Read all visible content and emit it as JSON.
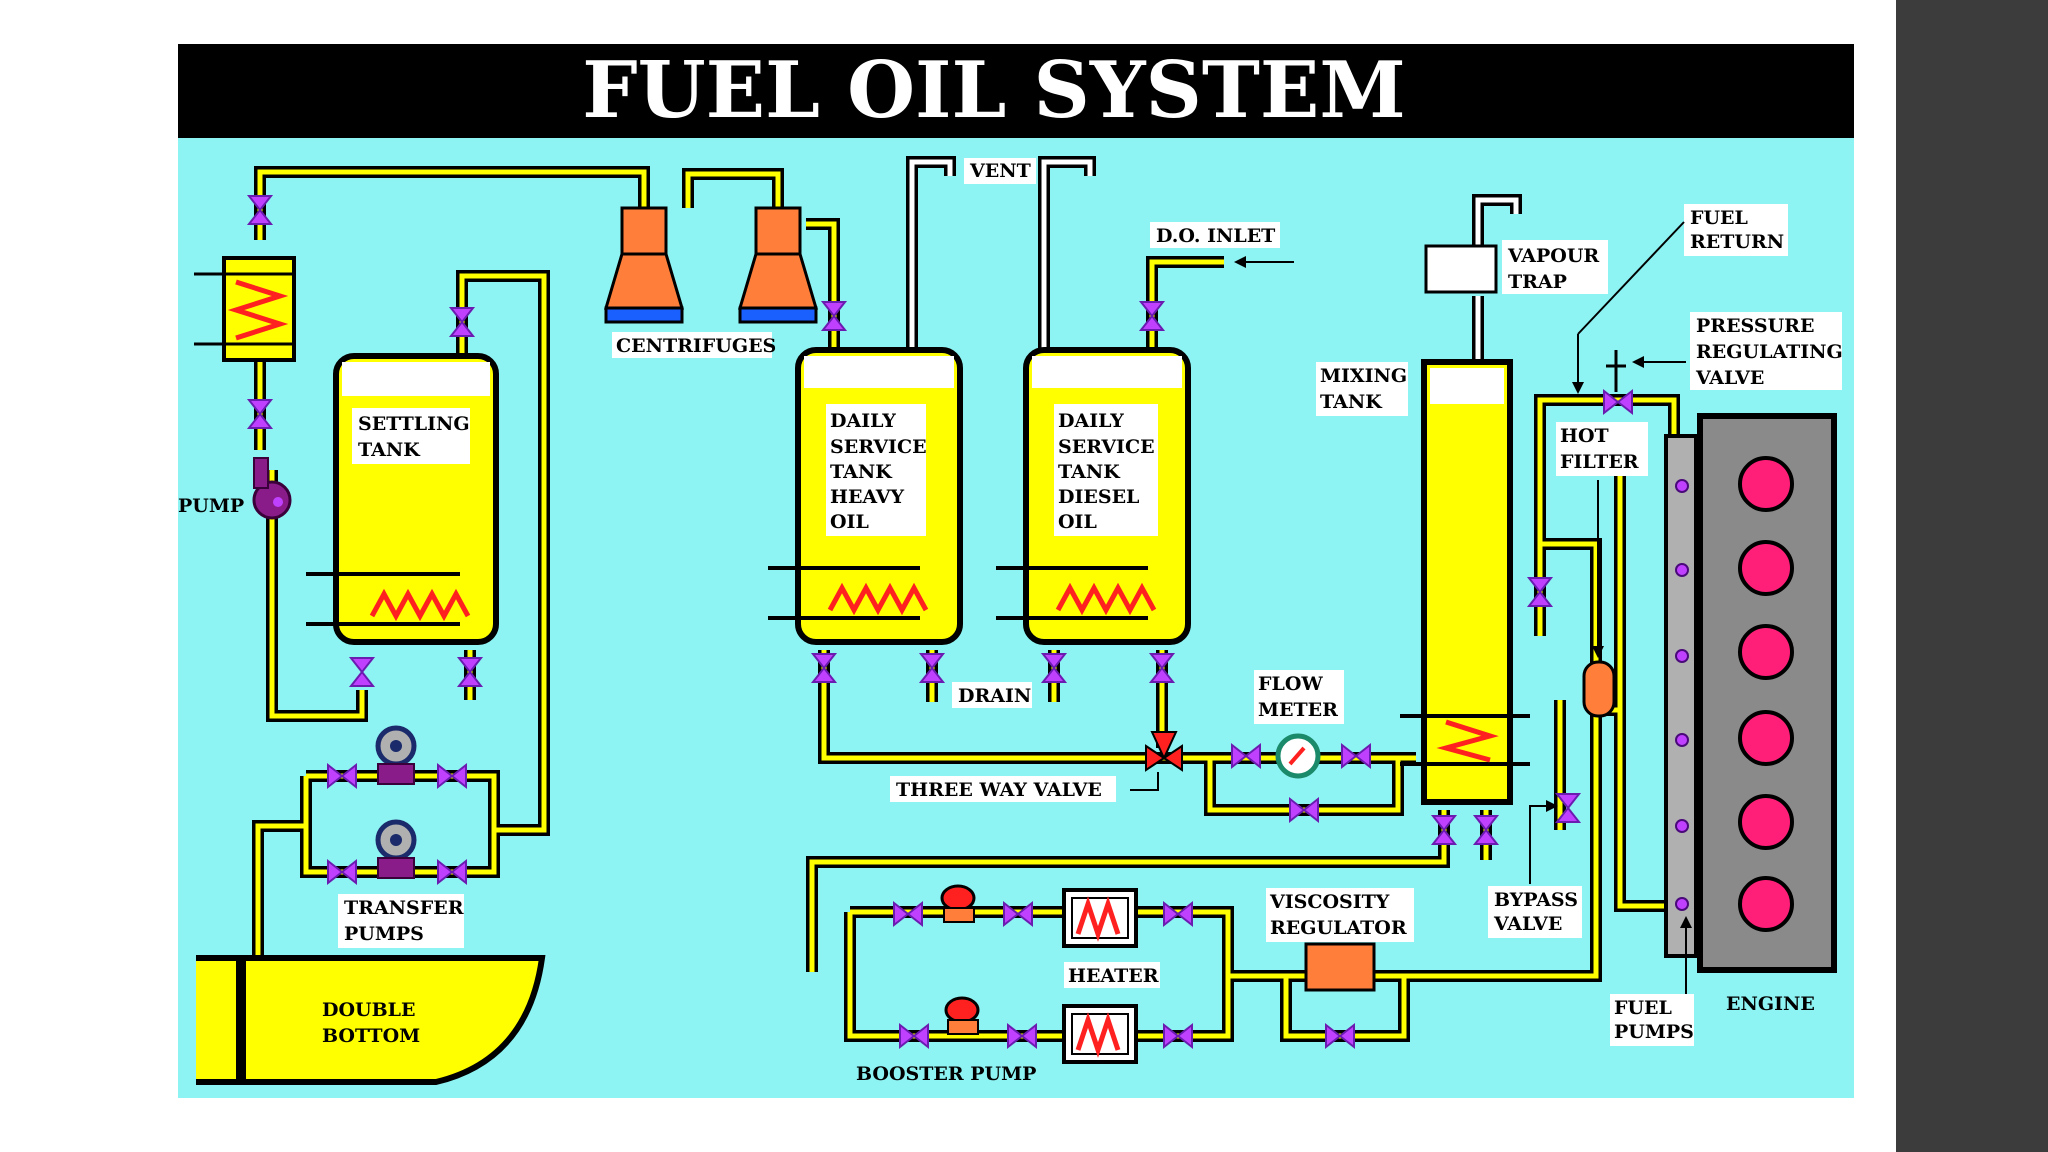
{
  "title": "FUEL OIL SYSTEM",
  "colors": {
    "background": "#8ef3f3",
    "pipe": "#ffff00",
    "tank_fill": "#ffff00",
    "coil": "#ff2020",
    "valve": "#c040ff",
    "centrifuge": "#ff7f3a",
    "engine": "#8a8a8a",
    "cylinder": "#ff1e78",
    "title_bar": "#000000",
    "side_panel": "#3c3c3c"
  },
  "labels": {
    "pump": "PUMP",
    "settling_tank": [
      "SETTLING",
      "TANK"
    ],
    "centrifuges": "CENTRIFUGES",
    "vent": "VENT",
    "do_inlet": "D.O. INLET",
    "daily_heavy": [
      "DAILY",
      "SERVICE",
      "TANK",
      "HEAVY",
      "OIL"
    ],
    "daily_diesel": [
      "DAILY",
      "SERVICE",
      "TANK",
      "DIESEL",
      "OIL"
    ],
    "drain": "DRAIN",
    "three_way_valve": "THREE WAY VALVE",
    "flow_meter": [
      "FLOW",
      "METER"
    ],
    "mixing_tank": [
      "MIXING",
      "TANK"
    ],
    "vapour_trap": [
      "VAPOUR",
      "TRAP"
    ],
    "fuel_return": [
      "FUEL",
      "RETURN"
    ],
    "pressure_regulating_valve": [
      "PRESSURE",
      "REGULATING",
      "VALVE"
    ],
    "hot_filter": [
      "HOT",
      "FILTER"
    ],
    "transfer_pumps": [
      "TRANSFER",
      "PUMPS"
    ],
    "double_bottom": [
      "DOUBLE",
      "BOTTOM"
    ],
    "heater": "HEATER",
    "booster_pump": "BOOSTER PUMP",
    "viscosity_regulator": [
      "VISCOSITY",
      "REGULATOR"
    ],
    "bypass_valve": [
      "BYPASS",
      "VALVE"
    ],
    "fuel_pumps": [
      "FUEL",
      "PUMPS"
    ],
    "engine": "ENGINE"
  },
  "icons": [
    "valve-icon",
    "pump-icon",
    "heater-coil-icon",
    "centrifuge-icon",
    "flow-meter-icon",
    "engine-cylinder-icon"
  ]
}
